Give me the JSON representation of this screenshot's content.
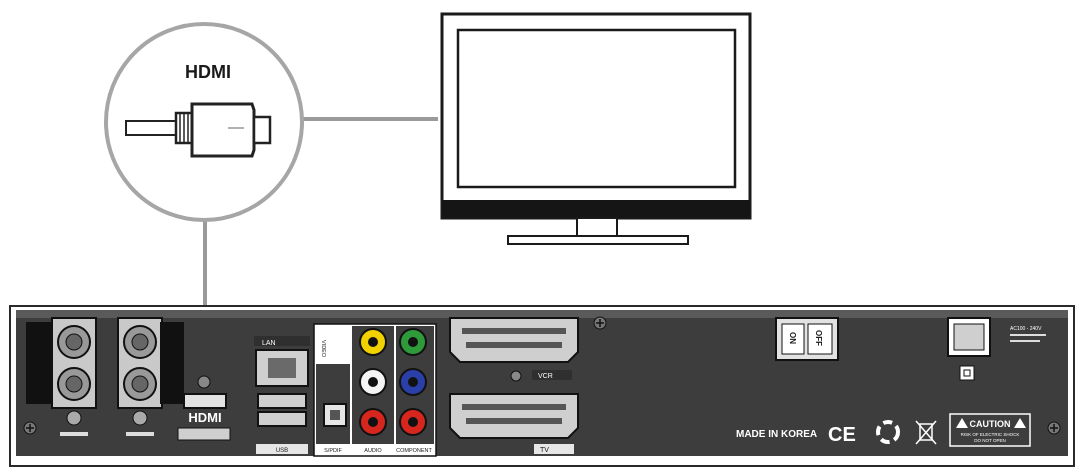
{
  "callout": {
    "label": "HDMI"
  },
  "receiver": {
    "hdmi_logo": "HDMI",
    "made_in": "MADE IN KOREA",
    "ce_mark": "CE",
    "switch_on": "ON",
    "switch_off": "OFF",
    "caution": "CAUTION",
    "caution_sub1": "RISK OF ELECTRIC SHOCK",
    "caution_sub2": "DO NOT OPEN",
    "lan_label": "LAN",
    "usb_label": "USB",
    "video_label": "VIDEO",
    "audio_label": "AUDIO",
    "spdif_label": "S/PDIF",
    "component_label": "COMPONENT",
    "vcr_label": "VCR",
    "tv_label": "TV",
    "power_rating": "AC100 - 240V"
  },
  "colors": {
    "receiver_body": "#3d3d3d",
    "rca_yellow": "#f2d100",
    "rca_green": "#2e9a3a",
    "rca_white": "#f4f4f4",
    "rca_blue": "#2a3fa8",
    "rca_red": "#d7261e",
    "cable_gray": "#9a9a9a"
  }
}
